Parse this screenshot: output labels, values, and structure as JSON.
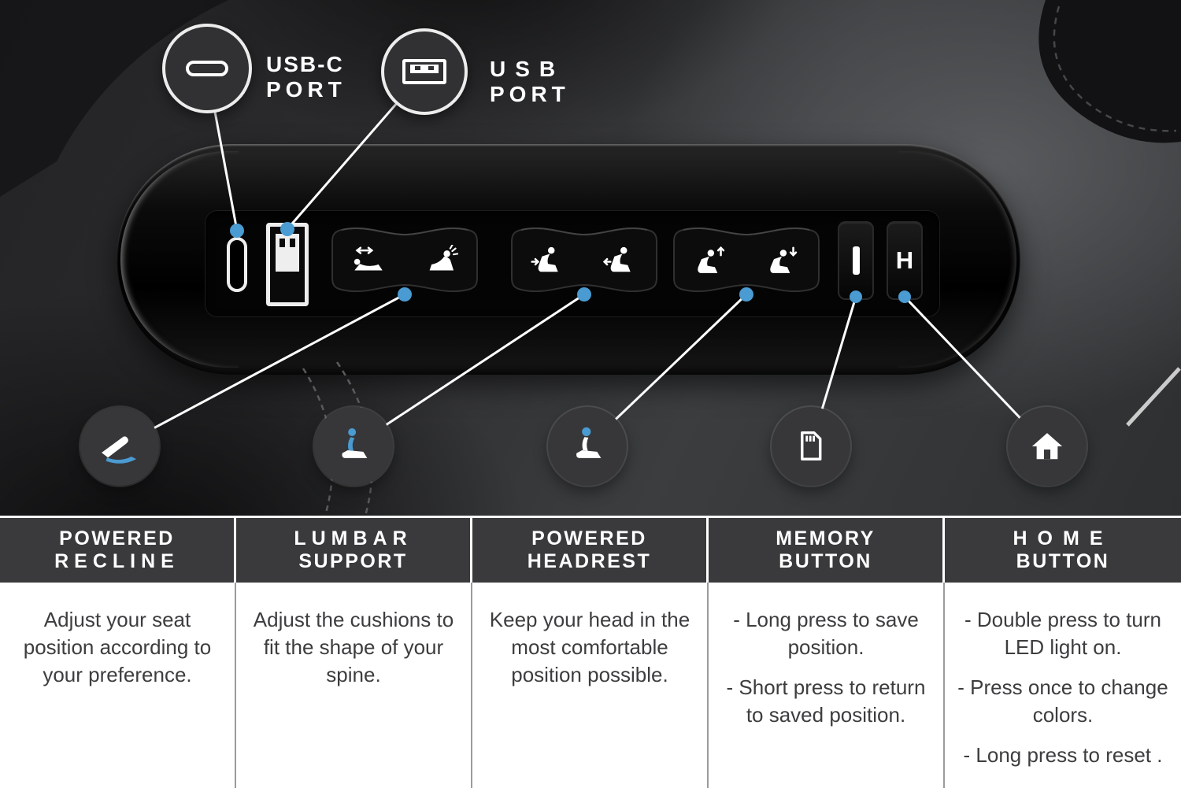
{
  "callouts": {
    "usbc": {
      "line1": "USB-C",
      "line2": "PORT"
    },
    "usb": {
      "line1": "USB",
      "line2": "PORT"
    }
  },
  "panel": {
    "home_label": "H"
  },
  "features": [
    {
      "title1": "POWERED",
      "title2": "RECLINE",
      "description": "Adjust your seat position according to your preference."
    },
    {
      "title1": "LUMBAR",
      "title2": "SUPPORT",
      "description": "Adjust the cushions to fit the shape of your spine."
    },
    {
      "title1": "POWERED",
      "title2": "HEADREST",
      "description": "Keep your head in the most comfortable position possible."
    },
    {
      "title1": "MEMORY",
      "title2": "BUTTON",
      "bullets": [
        "- Long press to save position.",
        "- Short press to return to saved position."
      ]
    },
    {
      "title1": "HOME",
      "title2": "BUTTON",
      "bullets": [
        "- Double press to turn LED light on.",
        "- Press once to change colors.",
        "- Long press to reset ."
      ]
    }
  ],
  "colors": {
    "accent_blue": "#4a9bd1",
    "header_bg": "#3a3a3c"
  }
}
